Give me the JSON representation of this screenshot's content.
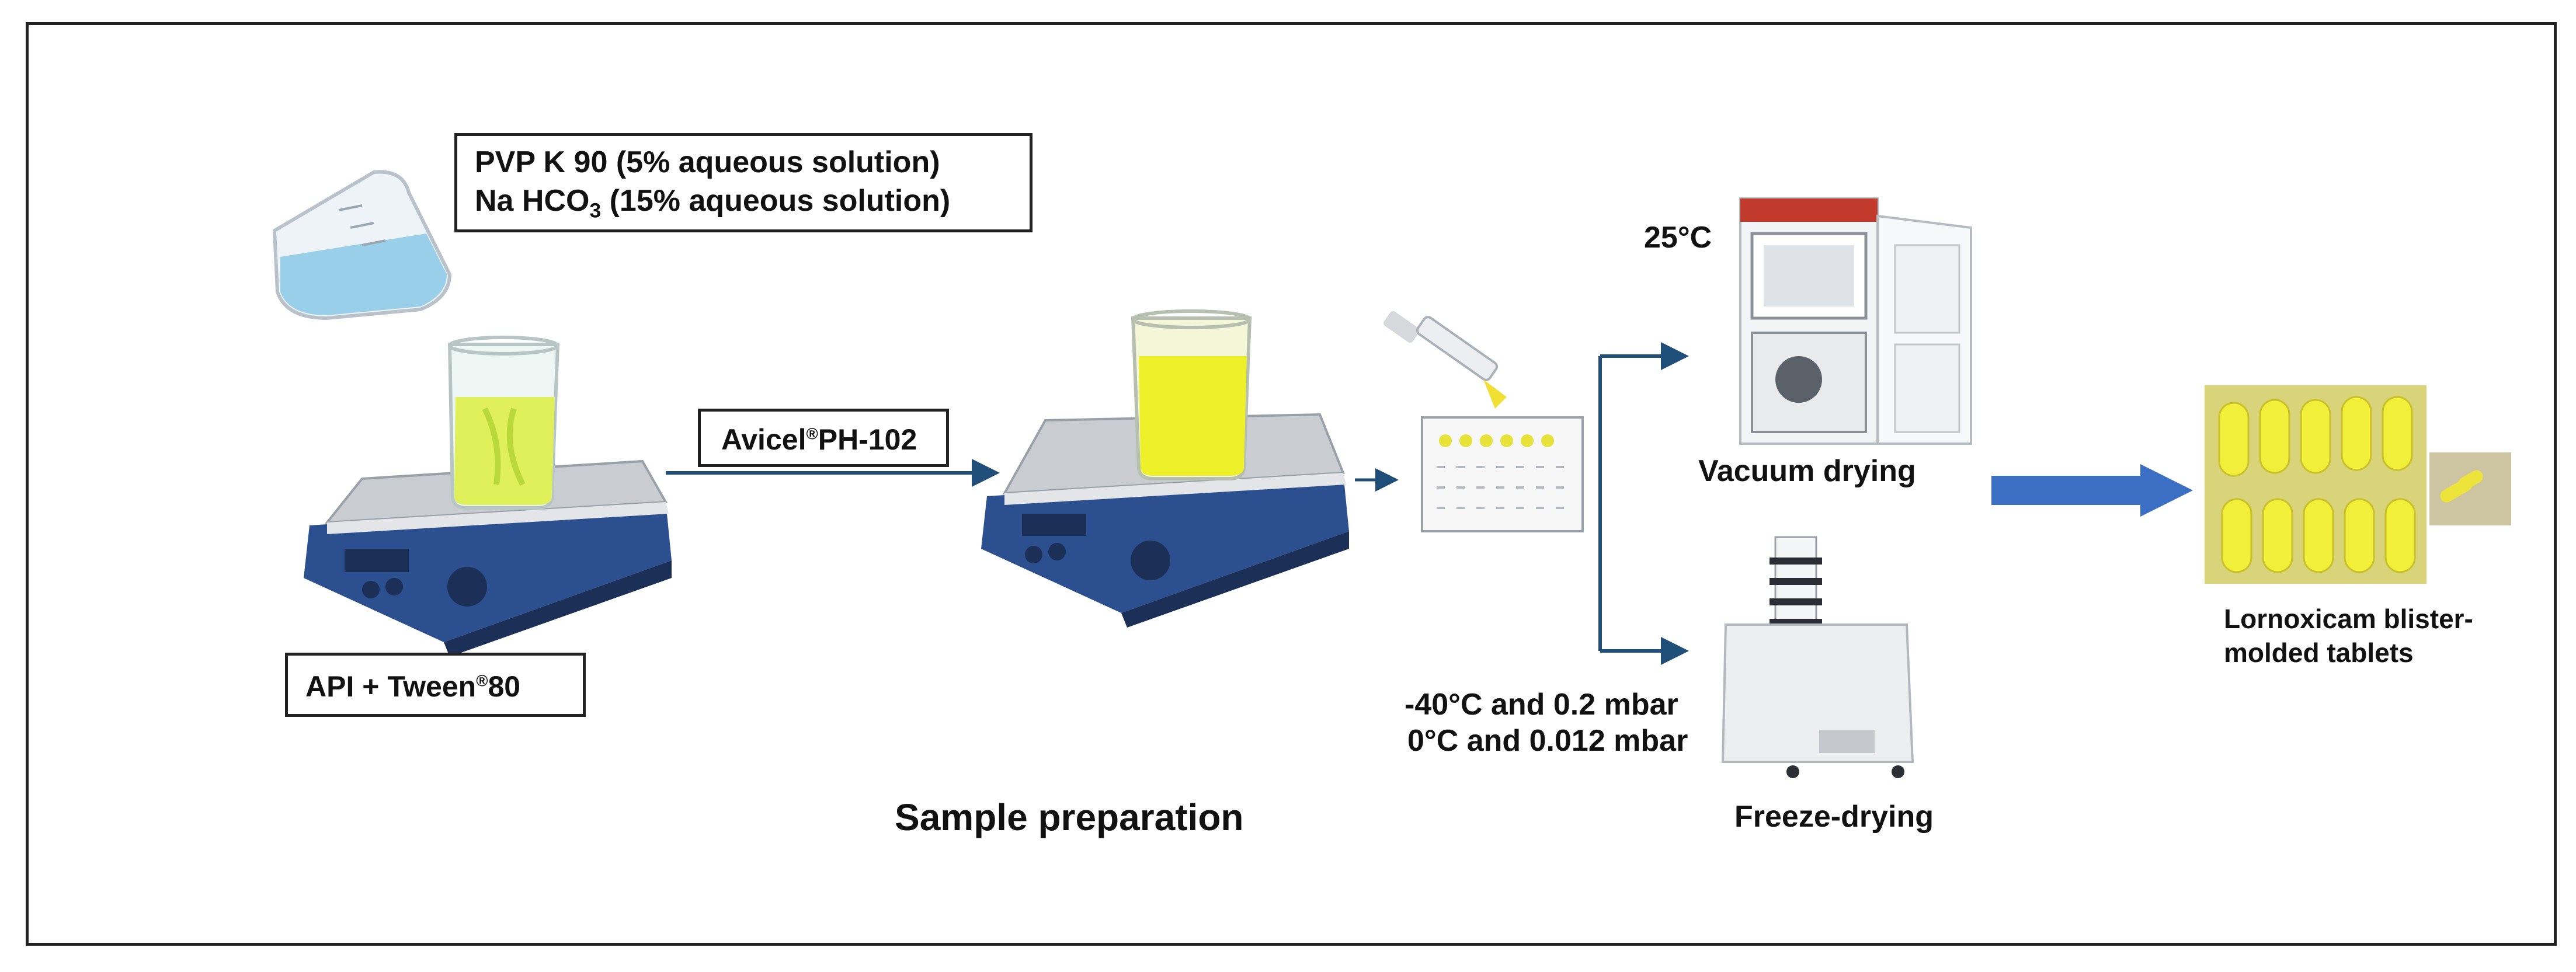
{
  "labels": {
    "pvp_line": "PVP K 90 (5% aqueous solution)",
    "nahco3_prefix": "Na HCO",
    "nahco3_sub": "3",
    "nahco3_suffix": " (15% aqueous solution)",
    "api_prefix": "API + Tween",
    "api_mark": "®",
    "api_suffix": "80",
    "avicel_prefix": "Avicel",
    "avicel_mark": "®",
    "avicel_suffix": "PH-102",
    "temp_25": "25°C",
    "vacuum_drying": "Vacuum drying",
    "freeze_cond_1": "-40°C and 0.2 mbar",
    "freeze_cond_2": "0°C and 0.012 mbar",
    "freeze_drying": "Freeze-drying",
    "product_line_1": "Lornoxicam blister-",
    "product_line_2": "molded tablets",
    "stage_title": "Sample preparation"
  },
  "colors": {
    "arrow_dark": "#1f4e79",
    "arrow_big": "#3a6fc4",
    "stirrer_blue": "#2c4f8f",
    "stirrer_top": "#c9ccd1",
    "yellow_liquid": "#eef02a",
    "blister_back": "#d9d37a",
    "tablet_yellow": "#f2ef3a",
    "oven_red": "#c0392b",
    "water_blue": "#8fcbe6"
  }
}
